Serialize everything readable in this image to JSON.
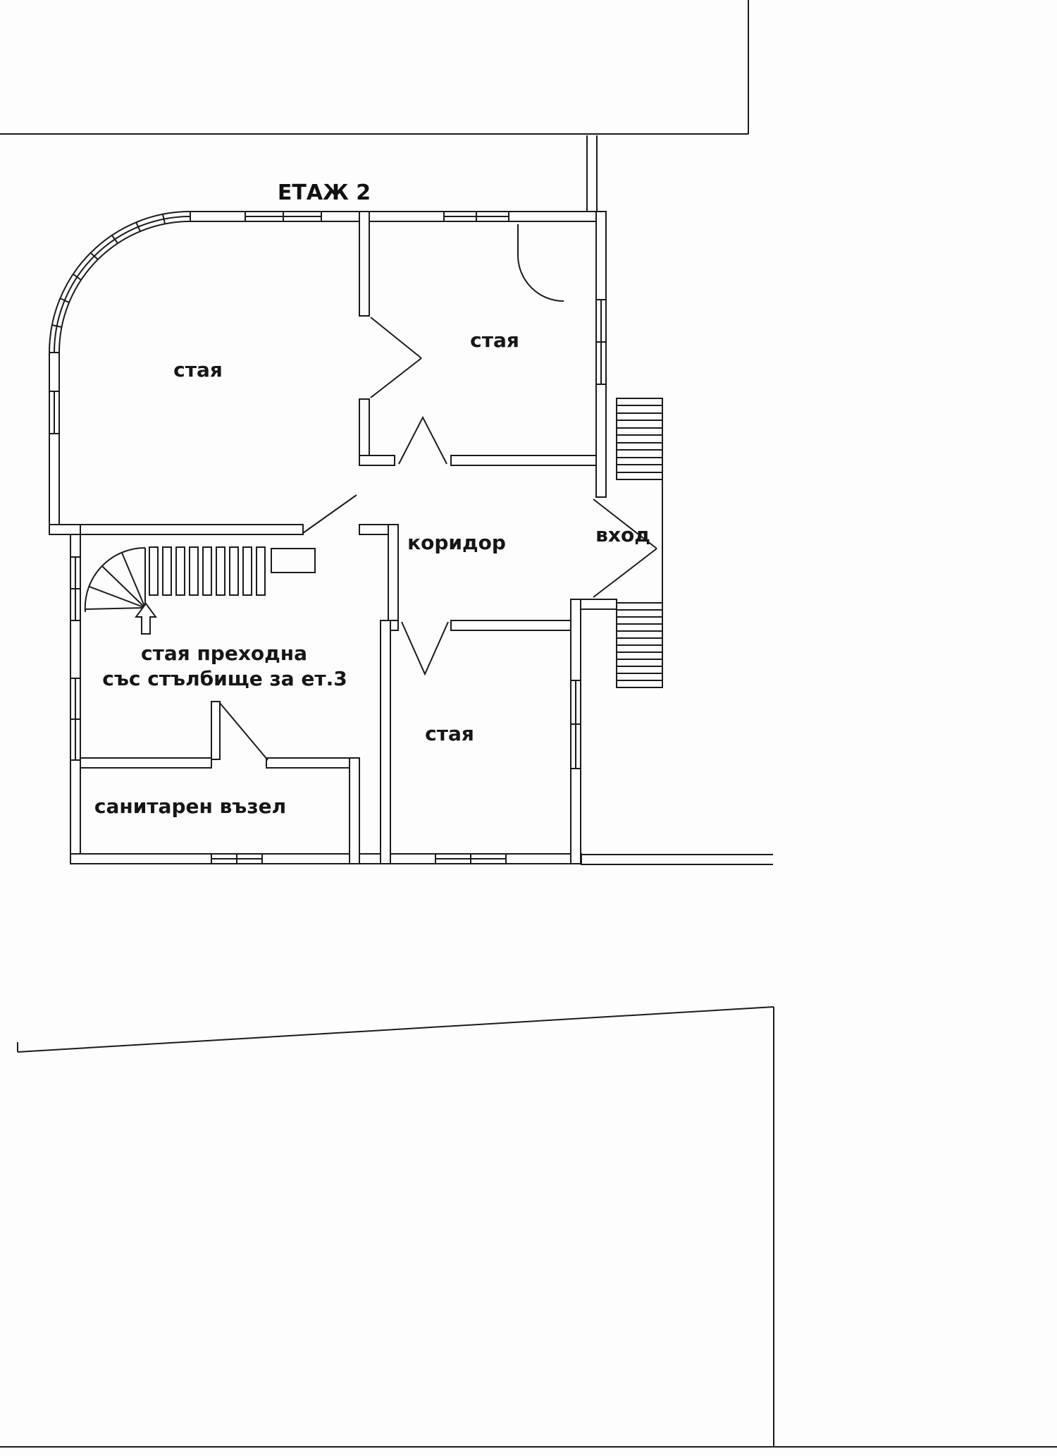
{
  "title": "ЕТАЖ 2",
  "labels": {
    "room_top_left": "стая",
    "room_top_right": "стая",
    "corridor": "коридор",
    "entrance": "вход",
    "passage_room_line1": "стая преходна",
    "passage_room_line2": "със стълбище за ет.3",
    "room_bottom": "стая",
    "sanitary_room": "санитарен възел"
  },
  "colors": {
    "line": "#1b1b1b",
    "paper": "#fdfdfd"
  }
}
